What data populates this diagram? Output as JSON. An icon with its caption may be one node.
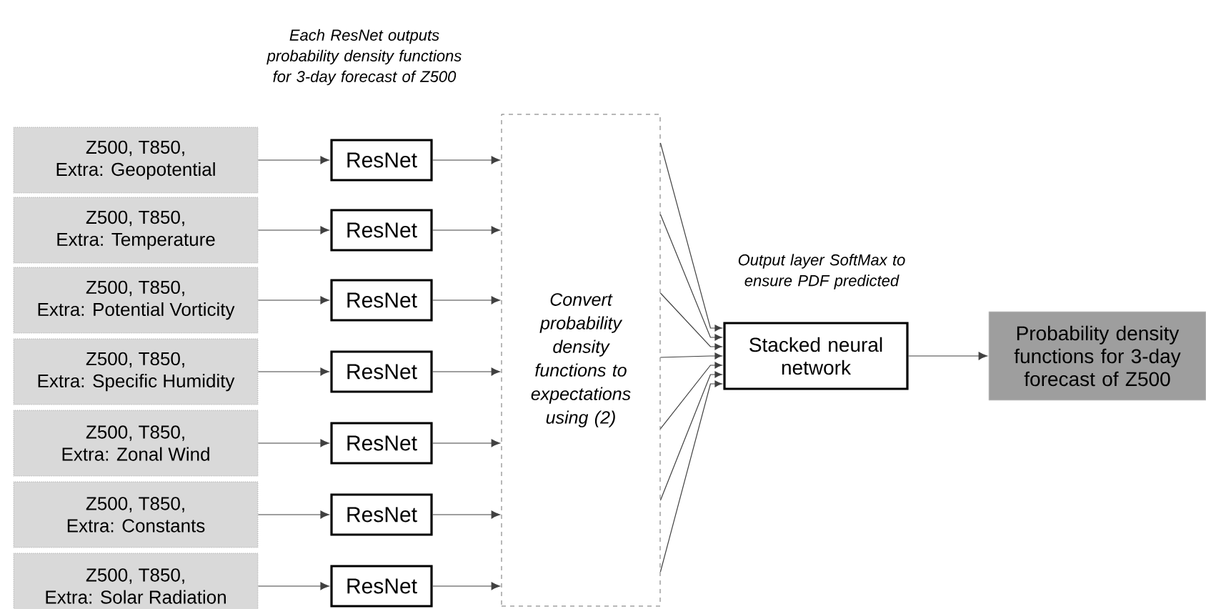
{
  "diagram": {
    "nodes": [
      {
        "text": [
          "Z500, T850,",
          "Extra: Geopotential"
        ]
      },
      {
        "text": [
          "Z500, T850,",
          "Extra: Temperature"
        ]
      },
      {
        "text": [
          "Z500, T850,",
          "Extra: Potential Vorticity"
        ]
      },
      {
        "text": [
          "Z500, T850,",
          "Extra: Specific Humidity"
        ]
      },
      {
        "text": [
          "Z500, T850,",
          "Extra: Zonal Wind"
        ]
      },
      {
        "text": [
          "Z500, T850,",
          "Extra: Constants"
        ]
      },
      {
        "text": [
          "Z500, T850,",
          "Extra: Solar Radiation"
        ]
      },
      {
        "text": [
          "ResNet"
        ]
      },
      {
        "text": [
          "ResNet"
        ]
      },
      {
        "text": [
          "ResNet"
        ]
      },
      {
        "text": [
          "ResNet"
        ]
      },
      {
        "text": [
          "ResNet"
        ]
      },
      {
        "text": [
          "ResNet"
        ]
      },
      {
        "text": [
          "ResNet"
        ]
      },
      {
        "text": [
          "Convert probability density functions to expectations using (2)"
        ]
      },
      {
        "text": [
          "Stacked neural network"
        ]
      },
      {
        "text": [
          "Probability density functions for 3-day forecast of Z500"
        ]
      }
    ],
    "edges": [
      {
        "from": 0,
        "to": 7,
        "arrow": "to"
      },
      {
        "from": 1,
        "to": 8,
        "arrow": "to"
      },
      {
        "from": 2,
        "to": 9,
        "arrow": "to"
      },
      {
        "from": 3,
        "to": 10,
        "arrow": "to"
      },
      {
        "from": 4,
        "to": 11,
        "arrow": "to"
      },
      {
        "from": 5,
        "to": 12,
        "arrow": "to"
      },
      {
        "from": 6,
        "to": 13,
        "arrow": "to"
      },
      {
        "from": 7,
        "to": 14,
        "arrow": "to"
      },
      {
        "from": 8,
        "to": 14,
        "arrow": "to"
      },
      {
        "from": 9,
        "to": 14,
        "arrow": "to"
      },
      {
        "from": 10,
        "to": 14,
        "arrow": "to"
      },
      {
        "from": 11,
        "to": 14,
        "arrow": "to"
      },
      {
        "from": 12,
        "to": 14,
        "arrow": "to"
      },
      {
        "from": 13,
        "to": 14,
        "arrow": "to"
      },
      {
        "from": 14,
        "to": 15,
        "arrow": "to"
      },
      {
        "from": 14,
        "to": 15,
        "arrow": "to"
      },
      {
        "from": 14,
        "to": 15,
        "arrow": "to"
      },
      {
        "from": 14,
        "to": 15,
        "arrow": "to"
      },
      {
        "from": 14,
        "to": 15,
        "arrow": "to"
      },
      {
        "from": 14,
        "to": 15,
        "arrow": "to"
      },
      {
        "from": 14,
        "to": 15,
        "arrow": "to"
      },
      {
        "from": 15,
        "to": 16,
        "arrow": "to"
      }
    ],
    "labels": [
      "Each ResNet outputs probability density functions for 3-day forecast of Z500",
      "Output layer SoftMax to ensure PDF predicted"
    ]
  }
}
